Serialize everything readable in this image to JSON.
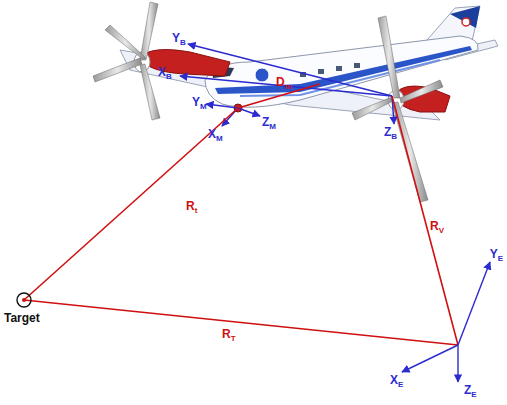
{
  "diagram": {
    "labels": [
      "YB",
      "XB",
      "ZB",
      "YM",
      "XM",
      "ZM",
      "Dm",
      "Rt",
      "RV",
      "RT",
      "YE",
      "XE",
      "ZE",
      "Target"
    ]
  }
}
